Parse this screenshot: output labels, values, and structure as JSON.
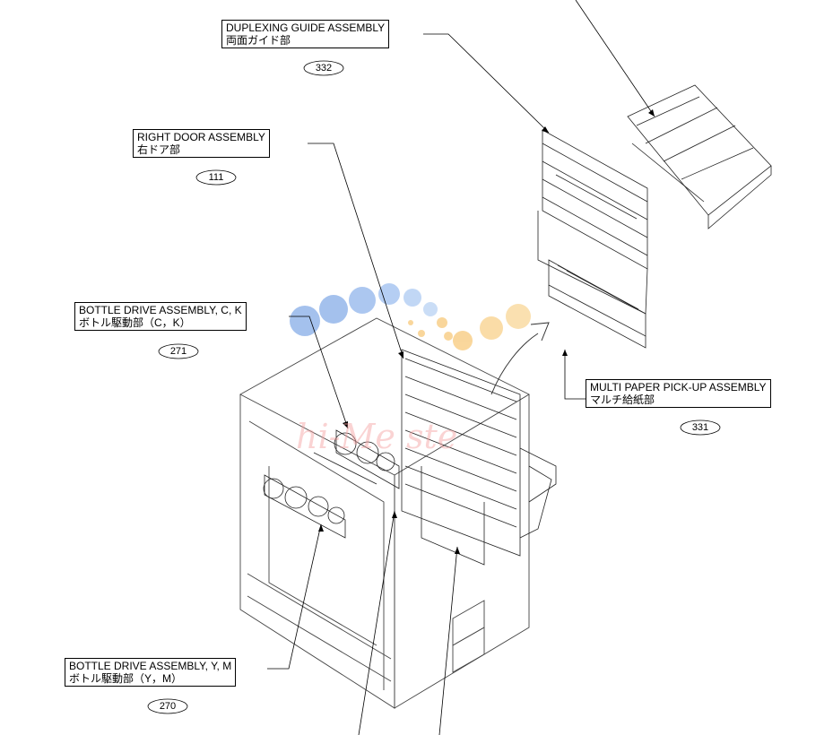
{
  "labels": [
    {
      "id": "duplexing-guide",
      "title": "DUPLEXING GUIDE ASSEMBLY",
      "jp": "両面ガイド部",
      "ref": "332"
    },
    {
      "id": "right-door",
      "title": "RIGHT DOOR ASSEMBLY",
      "jp": "右ドア部",
      "ref": "111"
    },
    {
      "id": "bottle-drive-ck",
      "title": "BOTTLE DRIVE ASSEMBLY, C, K",
      "jp": "ボトル駆動部（C，K）",
      "ref": "271"
    },
    {
      "id": "multi-paper-pickup",
      "title": "MULTI PAPER PICK-UP ASSEMBLY",
      "jp": "マルチ給紙部",
      "ref": "331"
    },
    {
      "id": "bottle-drive-ym",
      "title": "BOTTLE DRIVE ASSEMBLY, Y, M",
      "jp": "ボトル駆動部（Y，M）",
      "ref": "270"
    }
  ],
  "colors": {
    "line": "#000000",
    "watermark": "#f4a0a0",
    "bubble_blue": "#5b8fe0",
    "bubble_orange": "#f5b64a"
  }
}
